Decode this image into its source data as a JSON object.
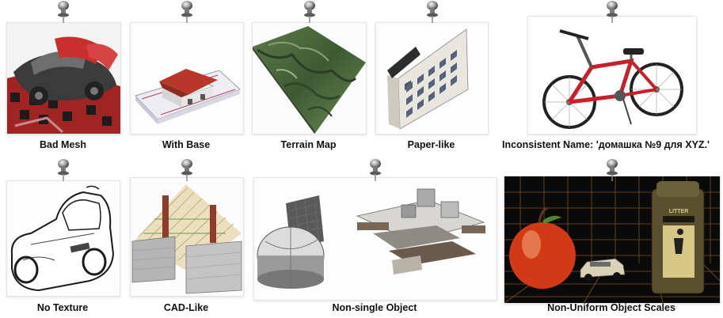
{
  "panels": [
    {
      "caption": "Bad Mesh"
    },
    {
      "caption": "With Base"
    },
    {
      "caption": "Terrain Map"
    },
    {
      "caption": "Paper-like"
    },
    {
      "caption": "Inconsistent Name: 'домашка №9 для XYZ.'"
    },
    {
      "caption": "No Texture"
    },
    {
      "caption": "CAD-Like"
    },
    {
      "caption": "Non-single Object"
    },
    {
      "caption": "Non-Uniform Object Scales"
    }
  ],
  "signage": {
    "litter": "LITTER"
  },
  "icons": {
    "pin": "pushpin-icon"
  }
}
